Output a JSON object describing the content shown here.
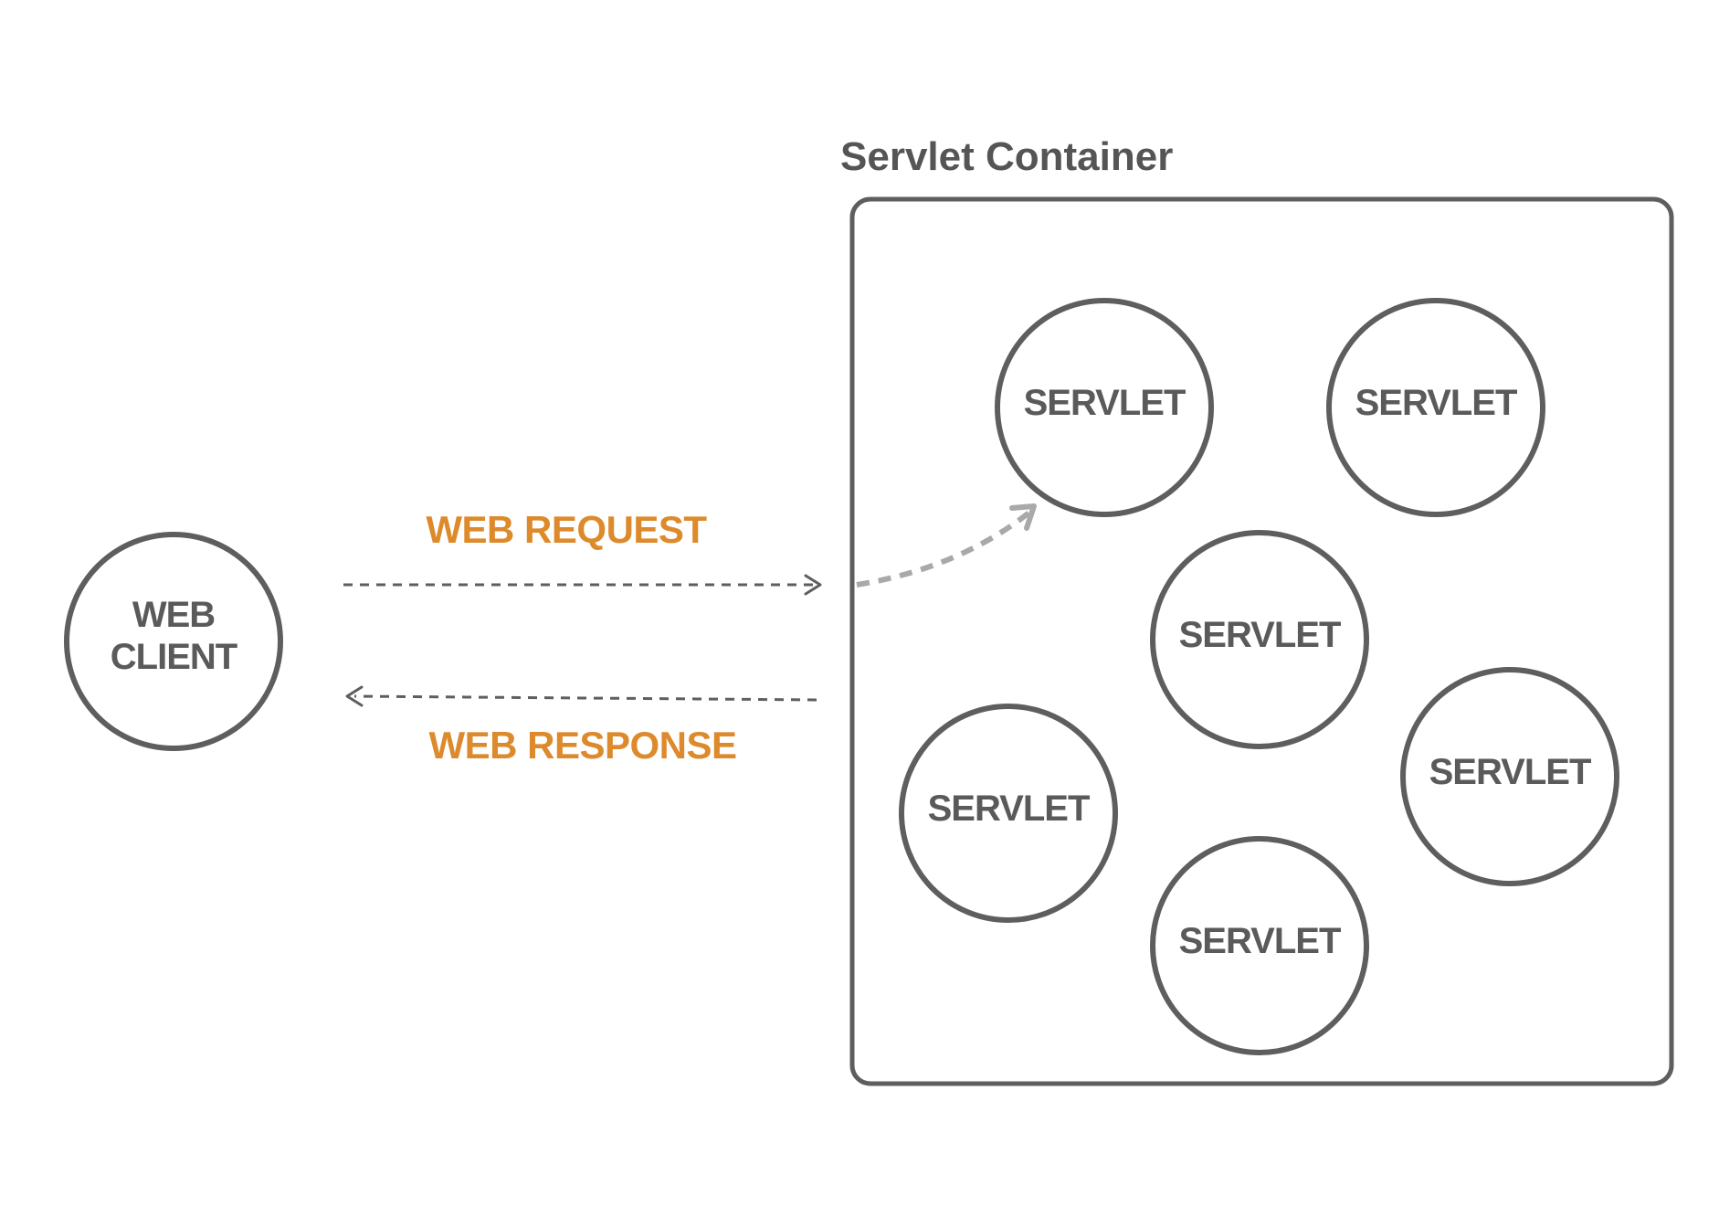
{
  "container": {
    "title": "Servlet Container"
  },
  "client": {
    "line1": "WEB",
    "line2": "CLIENT"
  },
  "request": {
    "label": "WEB REQUEST"
  },
  "response": {
    "label": "WEB RESPONSE"
  },
  "servlets": [
    {
      "label": "SERVLET"
    },
    {
      "label": "SERVLET"
    },
    {
      "label": "SERVLET"
    },
    {
      "label": "SERVLET"
    },
    {
      "label": "SERVLET"
    },
    {
      "label": "SERVLET"
    }
  ],
  "colors": {
    "accent": "#dd8a2c",
    "stroke": "#5e5e5e",
    "dispatch": "#a9a9a9",
    "text": "#5a5a5a"
  }
}
